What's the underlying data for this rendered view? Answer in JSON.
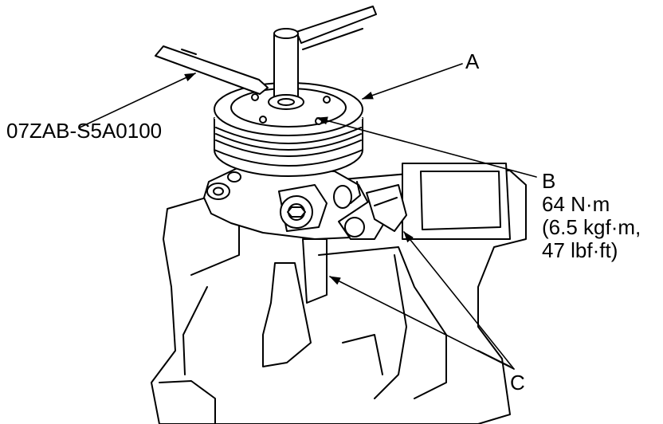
{
  "labels": {
    "tool": "07ZAB-S5A0100",
    "a": "A",
    "b": "B",
    "b_spec": [
      "64 N·m",
      "(6.5 kgf·m,",
      "47 lbf·ft)"
    ],
    "c": "C"
  },
  "colors": {
    "line": "#000000",
    "fill": "#ffffff"
  }
}
